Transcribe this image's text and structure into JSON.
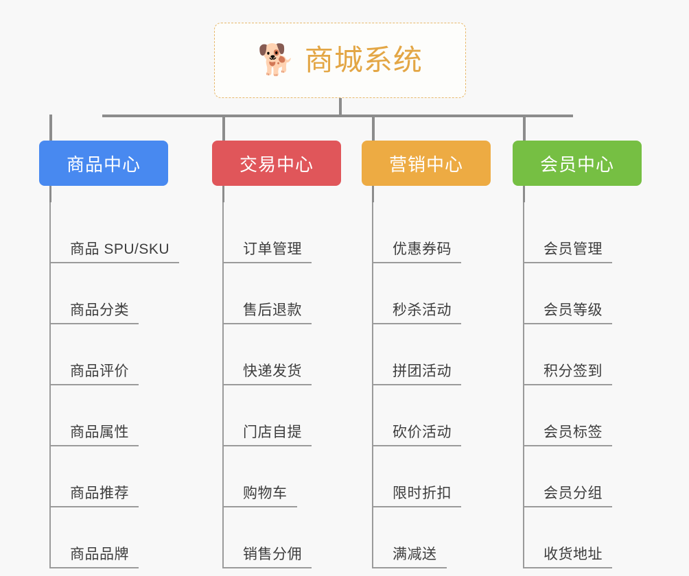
{
  "page": {
    "background_color": "#f8f8f8",
    "type": "mindmap"
  },
  "root": {
    "icon": "shiba-dog-face-emoji",
    "emoji": "🐕",
    "title": "商城系统",
    "text_color": "#e3a645",
    "border_color": "#e7b86a",
    "background_color": "#fdfdfb"
  },
  "connector": {
    "color": "#8c8c8c"
  },
  "branches": [
    {
      "label": "商品中心",
      "color": "#4889f0",
      "items": [
        "商品 SPU/SKU",
        "商品分类",
        "商品评价",
        "商品属性",
        "商品推荐",
        "商品品牌"
      ]
    },
    {
      "label": "交易中心",
      "color": "#e0565a",
      "items": [
        "订单管理",
        "售后退款",
        "快递发货",
        "门店自提",
        "购物车",
        "销售分佣"
      ]
    },
    {
      "label": "营销中心",
      "color": "#edab43",
      "items": [
        "优惠券码",
        "秒杀活动",
        "拼团活动",
        "砍价活动",
        "限时折扣",
        "满减送"
      ]
    },
    {
      "label": "会员中心",
      "color": "#76bf43",
      "items": [
        "会员管理",
        "会员等级",
        "积分签到",
        "会员标签",
        "会员分组",
        "收货地址"
      ]
    }
  ]
}
